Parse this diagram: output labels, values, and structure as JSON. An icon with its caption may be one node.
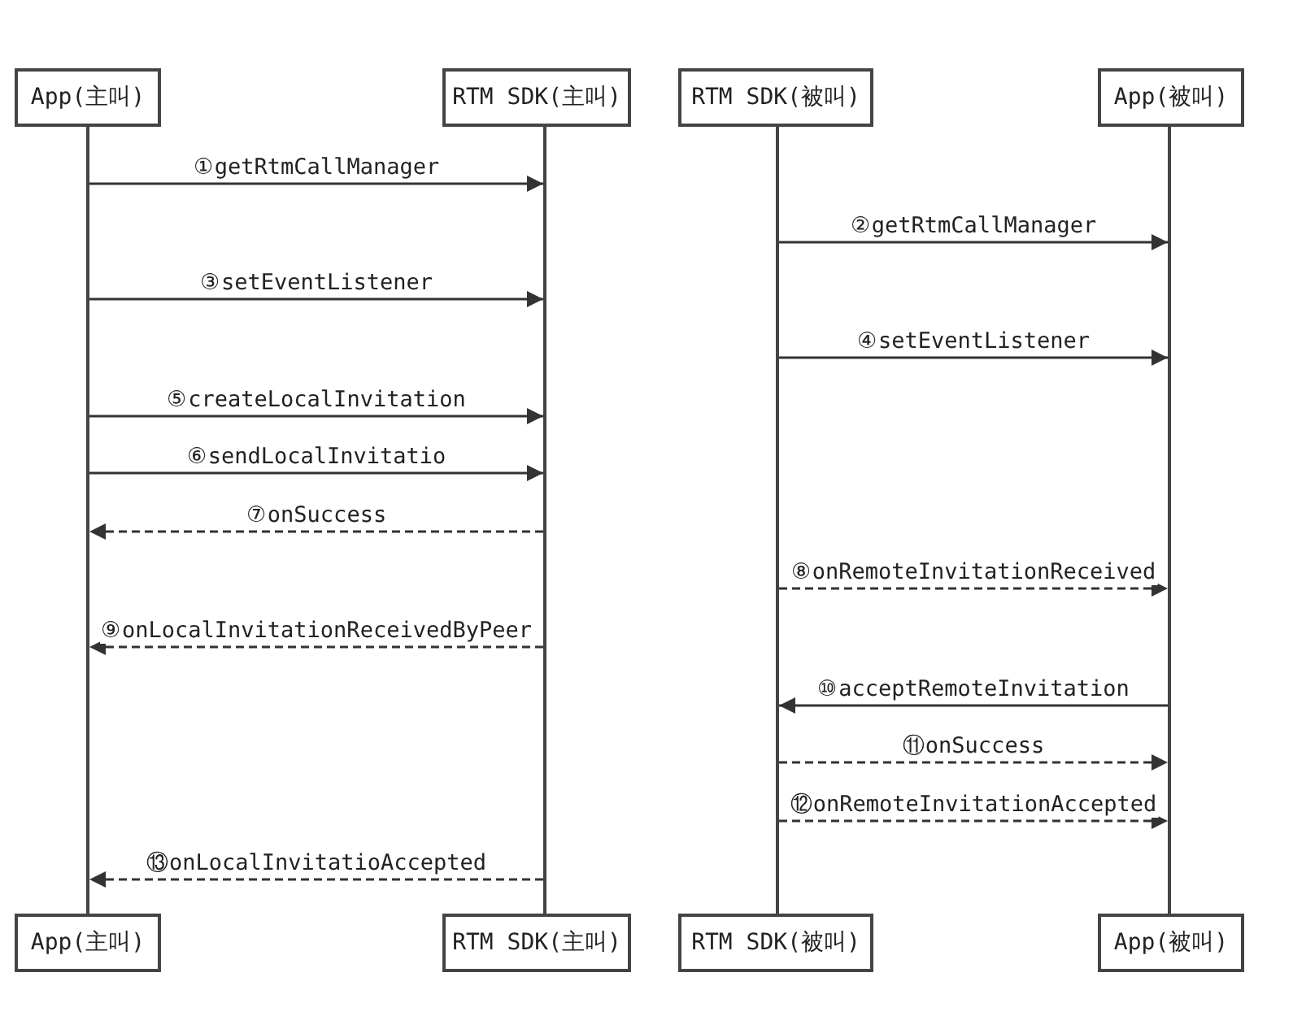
{
  "diagram": {
    "nodes": [
      {
        "text": [
          "App(主叫)"
        ]
      },
      {
        "text": [
          "RTM SDK(主叫)"
        ]
      },
      {
        "text": [
          "RTM SDK(被叫)"
        ]
      },
      {
        "text": [
          "App(被叫)"
        ]
      },
      {
        "text": [],
        "shape": "line"
      },
      {
        "text": [],
        "shape": "line"
      },
      {
        "text": [],
        "shape": "line"
      },
      {
        "text": [],
        "shape": "line"
      },
      {
        "text": [
          "App(主叫)"
        ]
      },
      {
        "text": [
          "RTM SDK(主叫)"
        ]
      },
      {
        "text": [
          "RTM SDK(被叫)"
        ]
      },
      {
        "text": [
          "App(被叫)"
        ]
      }
    ],
    "edges": [
      {
        "from": 4,
        "to": 5,
        "arrow": "to",
        "label": "①getRtmCallManager"
      },
      {
        "from": 6,
        "to": 7,
        "arrow": "to",
        "label": "②getRtmCallManager"
      },
      {
        "from": 4,
        "to": 5,
        "arrow": "to",
        "label": "③setEventListener"
      },
      {
        "from": 6,
        "to": 7,
        "arrow": "to",
        "label": "④setEventListener"
      },
      {
        "from": 4,
        "to": 5,
        "arrow": "to",
        "label": "⑤createLocalInvitation"
      },
      {
        "from": 4,
        "to": 5,
        "arrow": "to",
        "label": "⑥sendLocalInvitatio"
      },
      {
        "from": 5,
        "to": 4,
        "arrow": "to",
        "label": "⑦onSuccess",
        "style": "dashed"
      },
      {
        "from": 6,
        "to": 7,
        "arrow": "to",
        "label": "⑧onRemoteInvitationReceived",
        "style": "dashed"
      },
      {
        "from": 5,
        "to": 4,
        "arrow": "to",
        "label": "⑨onLocalInvitationReceivedByPeer",
        "style": "dashed"
      },
      {
        "from": 7,
        "to": 6,
        "arrow": "to",
        "label": "⑩acceptRemoteInvitation"
      },
      {
        "from": 6,
        "to": 7,
        "arrow": "to",
        "label": "⑪onSuccess",
        "style": "dashed"
      },
      {
        "from": 6,
        "to": 7,
        "arrow": "to",
        "label": "⑫onRemoteInvitationAccepted",
        "style": "dashed"
      },
      {
        "from": 5,
        "to": 4,
        "arrow": "to",
        "label": "⑬onLocalInvitatioAccepted",
        "style": "dashed"
      }
    ]
  }
}
